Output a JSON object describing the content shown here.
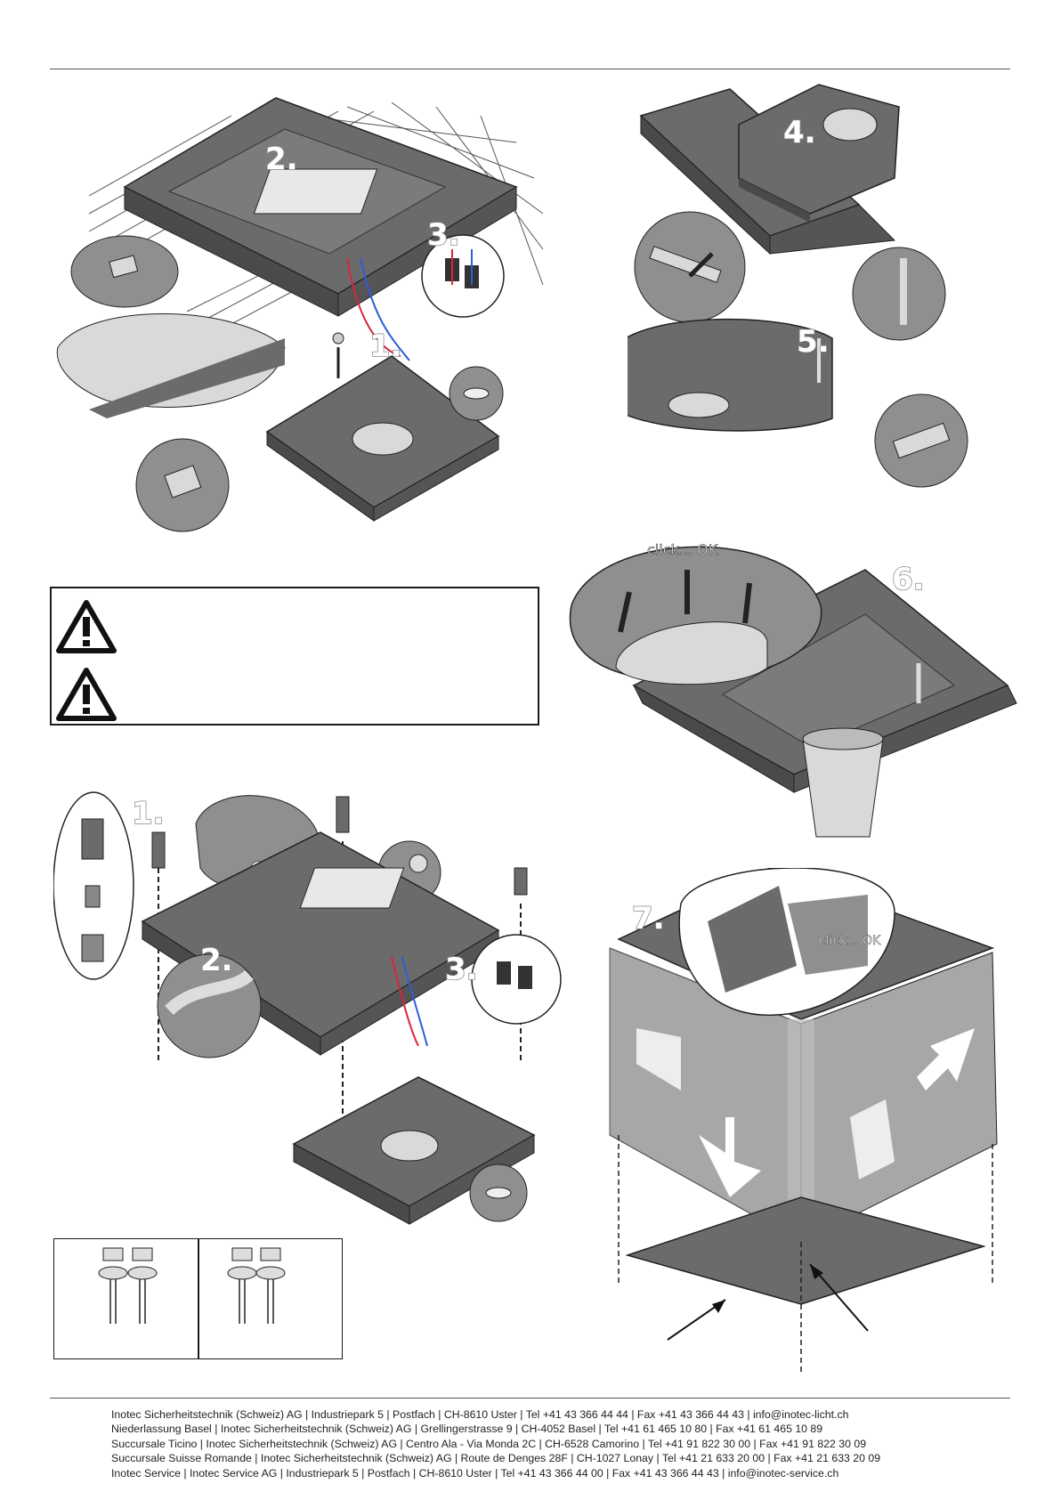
{
  "steps": {
    "a1": "1.",
    "a2": "2.",
    "a3": "3.",
    "b4": "4.",
    "b5": "5.",
    "c6": "6.",
    "d1": "1.",
    "d2": "2.",
    "d3": "3.",
    "e7": "7."
  },
  "labels": {
    "click_ok_1": "click... OK",
    "ok_1": "OK",
    "click_ok_2": "click... OK",
    "ok_2": "OK"
  },
  "warnings": [
    {
      "icon": "warning-triangle-icon"
    },
    {
      "icon": "warning-triangle-icon"
    }
  ],
  "footer": [
    "Inotec Sicherheitstechnik (Schweiz) AG | Industriepark 5 | Postfach | CH-8610 Uster | Tel +41 43 366 44 44 | Fax +41 43 366 44 43 | info@inotec-licht.ch",
    "Niederlassung Basel | Inotec Sicherheitstechnik (Schweiz) AG | Grellingerstrasse 9 | CH-4052 Basel | Tel +41 61 465 10 80 | Fax +41 61 465 10 89",
    "Succursale Ticino | Inotec Sicherheitstechnik (Schweiz) AG | Centro Ala - Via Monda 2C | CH-6528 Camorino | Tel +41 91 822 30 00 | Fax +41 91 822 30 09",
    "Succursale Suisse Romande | Inotec Sicherheitstechnik (Schweiz) AG | Route de Denges 28F | CH-1027 Lonay | Tel +41 21 633 20 00 | Fax +41 21 633 20 09",
    "Inotec Service | Inotec Service AG | Industriepark 5 | Postfach | CH-8610 Uster | Tel +41 43 366 44 00 | Fax +41 43 366 44 43 | info@inotec-service.ch"
  ],
  "colors": {
    "housing": "#6b6b6b",
    "housing_dark": "#4a4a4a",
    "bubble": "#8f8f8f",
    "light": "#d9d9d9",
    "wire_red": "#d7263d",
    "wire_blue": "#2b5fd9"
  }
}
